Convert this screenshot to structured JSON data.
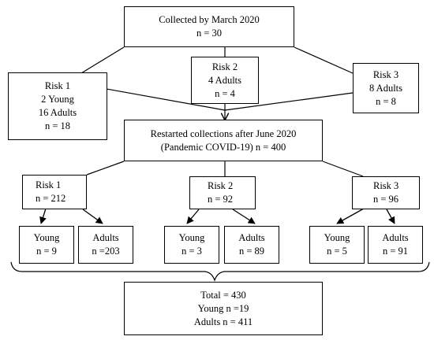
{
  "collected": {
    "line1": "Collected by March 2020",
    "line2": "n = 30"
  },
  "risk1_early": {
    "line1": "Risk 1",
    "line2": "2 Young",
    "line3": "16 Adults",
    "line4": "n = 18"
  },
  "risk2_early": {
    "line1": "Risk 2",
    "line2": "4 Adults",
    "line3": "n = 4"
  },
  "risk3_early": {
    "line1": "Risk 3",
    "line2": "8 Adults",
    "line3": "n = 8"
  },
  "restarted": {
    "line1": "Restarted collections after June 2020",
    "line2": "(Pandemic COVID-19) n = 400"
  },
  "risk1_late": {
    "line1": "Risk 1",
    "line2": "n = 212"
  },
  "risk2_late": {
    "line1": "Risk 2",
    "line2": "n = 92"
  },
  "risk3_late": {
    "line1": "Risk 3",
    "line2": "n = 96"
  },
  "r1_young": {
    "line1": "Young",
    "line2": "n = 9"
  },
  "r1_adults": {
    "line1": "Adults",
    "line2": "n =203"
  },
  "r2_young": {
    "line1": "Young",
    "line2": "n = 3"
  },
  "r2_adults": {
    "line1": "Adults",
    "line2": "n = 89"
  },
  "r3_young": {
    "line1": "Young",
    "line2": "n = 5"
  },
  "r3_adults": {
    "line1": "Adults",
    "line2": "n = 91"
  },
  "total": {
    "line1": "Total = 430",
    "line2": "Young n =19",
    "line3": "Adults n = 411"
  }
}
